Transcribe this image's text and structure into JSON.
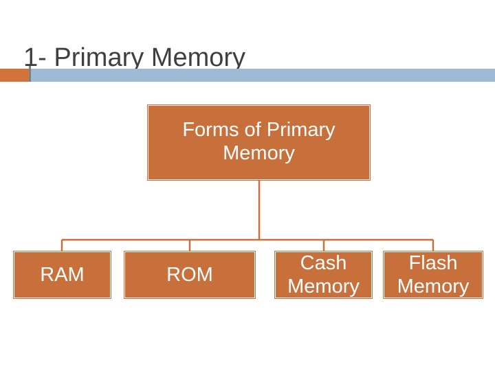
{
  "slide": {
    "title": "1- Primary Memory"
  },
  "colors": {
    "accent_orange": "#c8703b",
    "title_bar_orange": "#d0733c",
    "title_bar_blue": "#9ebbd6",
    "connector": "#c8703b",
    "title_text": "#3f3f3f"
  },
  "diagram": {
    "root": {
      "label": "Forms of Primary\n        Memory"
    },
    "children": [
      {
        "label": "RAM"
      },
      {
        "label": "ROM"
      },
      {
        "label": " Cash\nMemory"
      },
      {
        "label": " Flash\nMemory"
      }
    ]
  }
}
